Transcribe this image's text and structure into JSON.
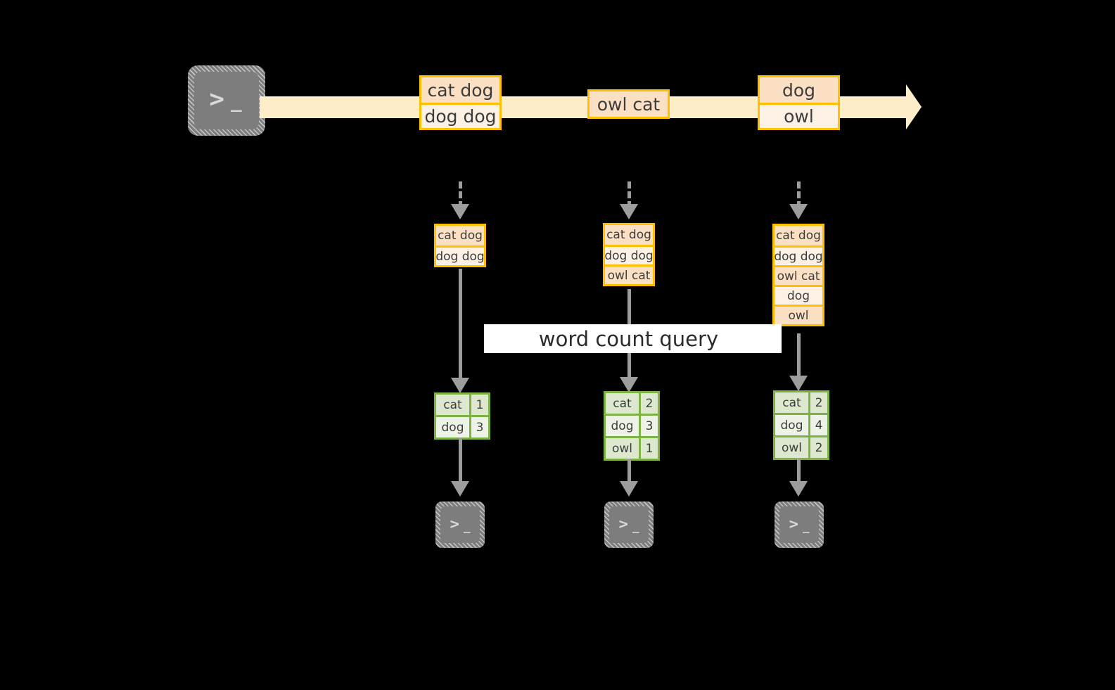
{
  "diagram": {
    "title": "word count query",
    "colors": {
      "background": "#000000",
      "stream_band": "#fdeec9",
      "record_border": "#ffc000",
      "record_fill_dark": "#fce0c3",
      "record_fill_light": "#fdf1e5",
      "table_border": "#7cb342",
      "table_fill_dark": "#dde8cf",
      "table_fill_light": "#eef3e7",
      "connector": "#9d9d9d",
      "terminal_fill": "#7d7d7d",
      "banner_fill": "#ffffff"
    },
    "source_terminal": {
      "prompt_symbol": ">",
      "cursor_symbol": "_"
    },
    "stream": {
      "groups": [
        {
          "records": [
            {
              "text": "cat dog",
              "shade": "dark"
            },
            {
              "text": "dog dog",
              "shade": "light"
            }
          ]
        },
        {
          "records": [
            {
              "text": "owl cat",
              "shade": "dark"
            }
          ]
        },
        {
          "records": [
            {
              "text": "dog",
              "shade": "dark"
            },
            {
              "text": "owl",
              "shade": "light"
            }
          ]
        }
      ]
    },
    "batches": [
      {
        "records": [
          {
            "text": "cat dog",
            "shade": "dark"
          },
          {
            "text": "dog dog",
            "shade": "light"
          }
        ],
        "result": {
          "rows": [
            {
              "key": "cat",
              "value": "1",
              "shade": "dark"
            },
            {
              "key": "dog",
              "value": "3",
              "shade": "light"
            }
          ]
        },
        "sink_terminal": {
          "prompt_symbol": ">",
          "cursor_symbol": "_"
        }
      },
      {
        "records": [
          {
            "text": "cat dog",
            "shade": "dark"
          },
          {
            "text": "dog dog",
            "shade": "light"
          },
          {
            "text": "owl cat",
            "shade": "dark"
          }
        ],
        "result": {
          "rows": [
            {
              "key": "cat",
              "value": "2",
              "shade": "dark"
            },
            {
              "key": "dog",
              "value": "3",
              "shade": "light"
            },
            {
              "key": "owl",
              "value": "1",
              "shade": "dark"
            }
          ]
        },
        "sink_terminal": {
          "prompt_symbol": ">",
          "cursor_symbol": "_"
        }
      },
      {
        "records": [
          {
            "text": "cat dog",
            "shade": "dark"
          },
          {
            "text": "dog dog",
            "shade": "light"
          },
          {
            "text": "owl cat",
            "shade": "dark"
          },
          {
            "text": "dog",
            "shade": "light"
          },
          {
            "text": "owl",
            "shade": "dark"
          }
        ],
        "result": {
          "rows": [
            {
              "key": "cat",
              "value": "2",
              "shade": "dark"
            },
            {
              "key": "dog",
              "value": "4",
              "shade": "light"
            },
            {
              "key": "owl",
              "value": "2",
              "shade": "dark"
            }
          ]
        },
        "sink_terminal": {
          "prompt_symbol": ">",
          "cursor_symbol": "_"
        }
      }
    ]
  }
}
